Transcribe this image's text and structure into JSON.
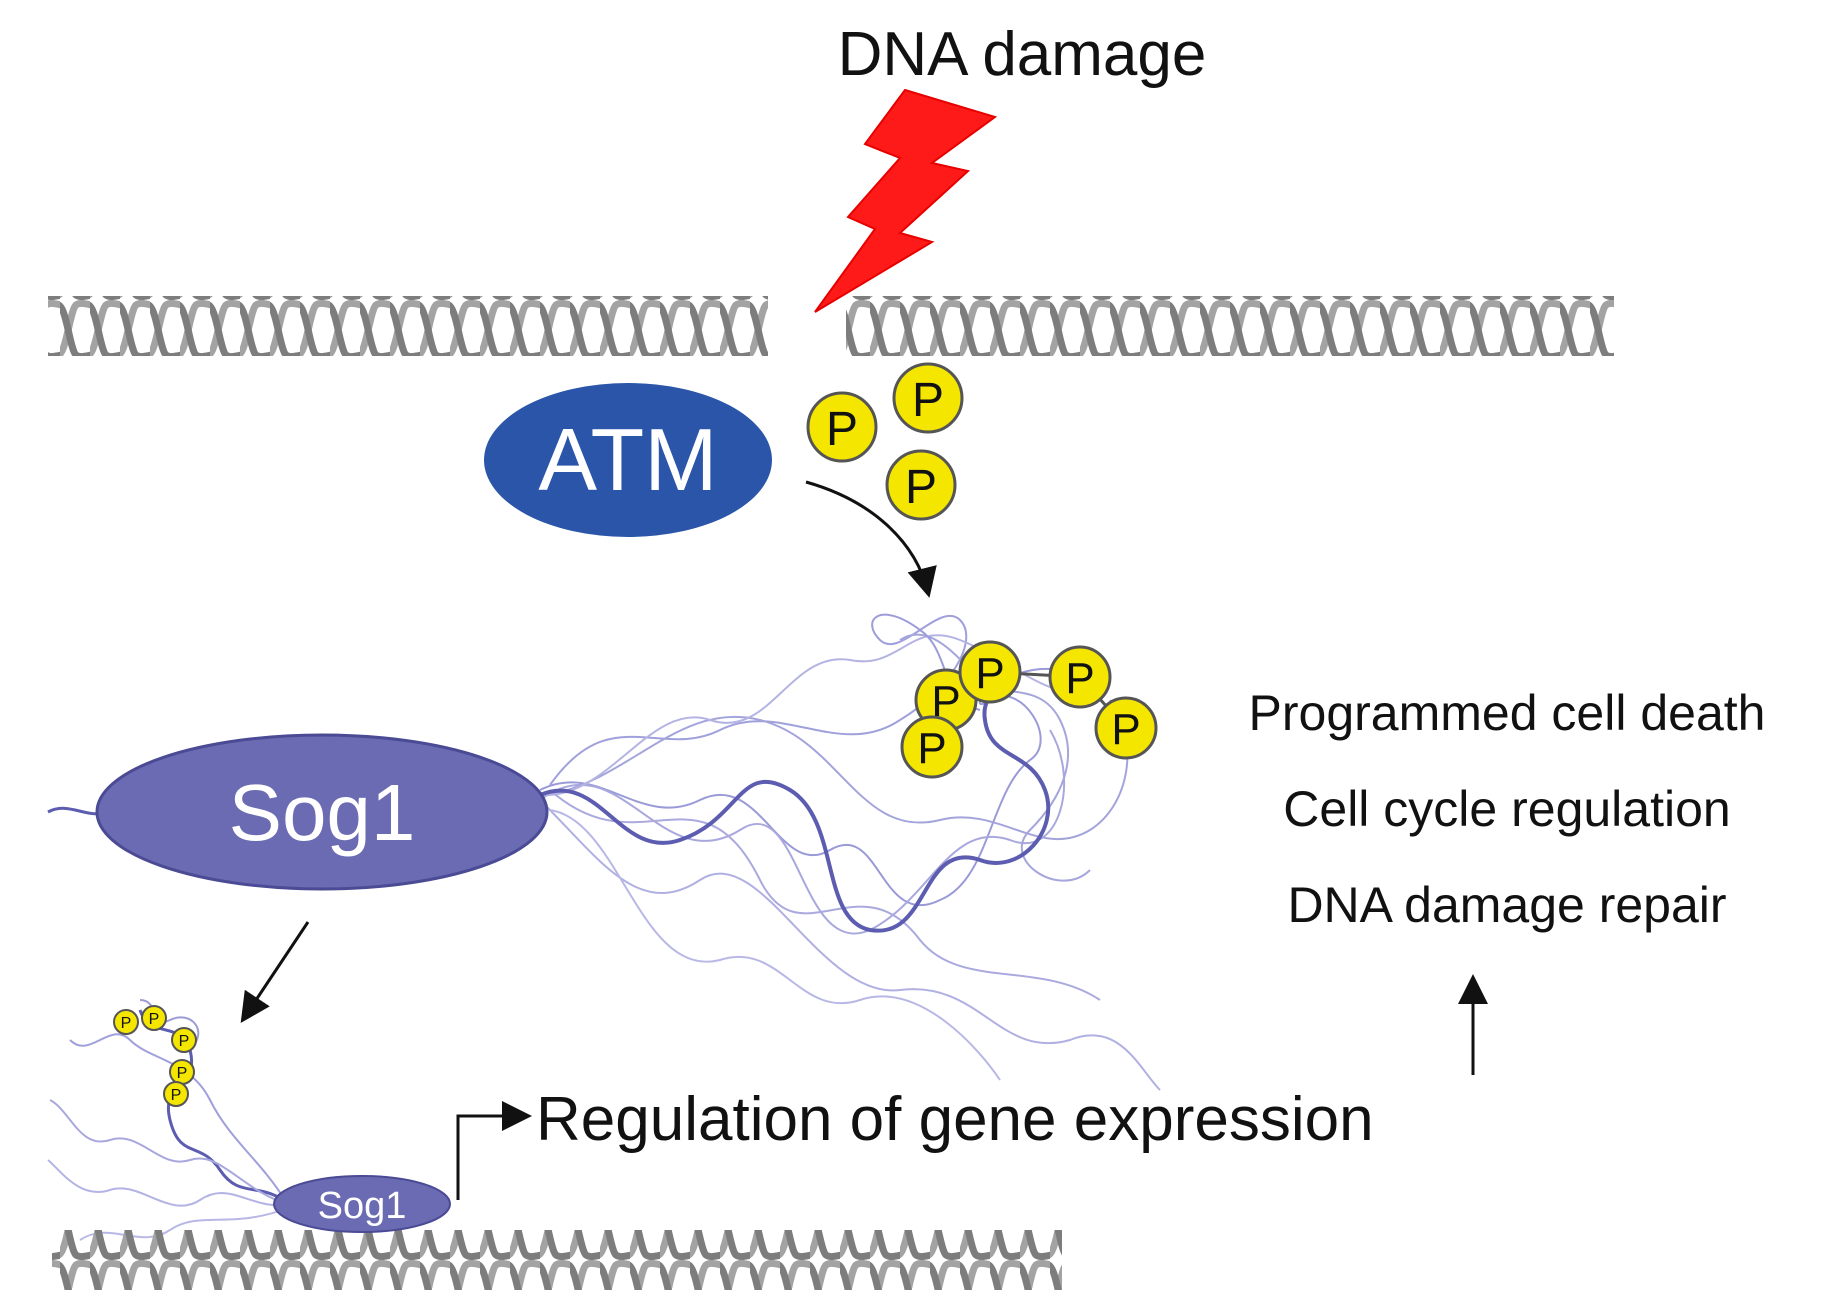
{
  "labels": {
    "trigger": "DNA damage",
    "kinase": "ATM",
    "factor_large": "Sog1",
    "factor_small": "Sog1",
    "phospho": "P",
    "gene_regulation": "Regulation of gene expression"
  },
  "outcomes": [
    "Programmed cell death",
    "Cell cycle regulation",
    "DNA damage repair"
  ],
  "colors": {
    "lightning": "#ff1a1a",
    "atm": "#2b55a8",
    "sog1": "#6b6bb3",
    "phosphate": "#f5e600",
    "dna": "#9a9a9a",
    "tangle": "#7c7cc6"
  },
  "icons": {
    "lightning": "lightning-bolt-icon",
    "phosphate": "phosphate-circle-icon"
  }
}
